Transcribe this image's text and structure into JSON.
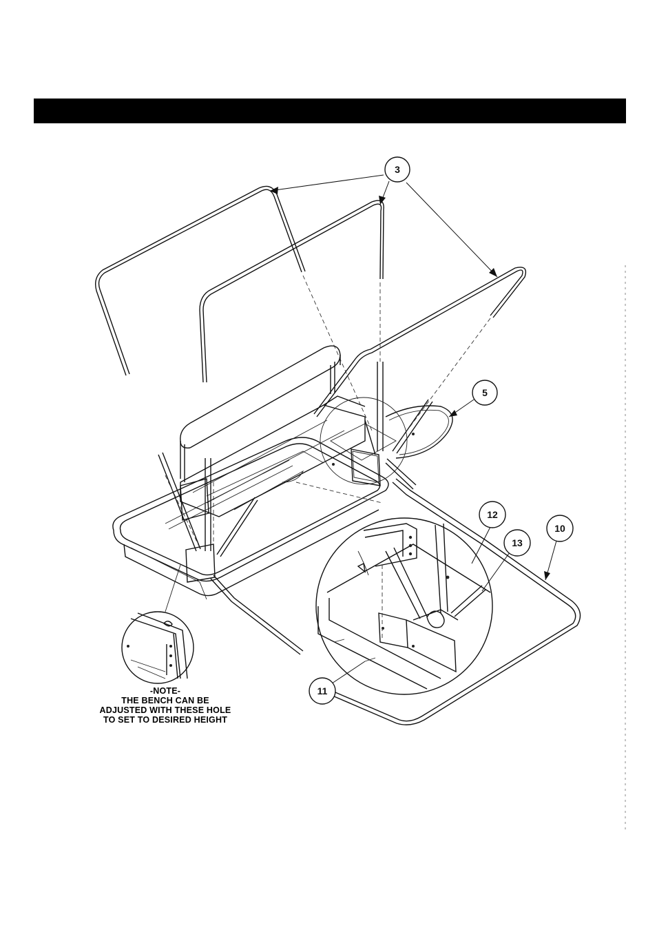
{
  "callouts": [
    {
      "id": "c3",
      "label": "3"
    },
    {
      "id": "c5",
      "label": "5"
    },
    {
      "id": "c10",
      "label": "10"
    },
    {
      "id": "c11",
      "label": "11"
    },
    {
      "id": "c12",
      "label": "12"
    },
    {
      "id": "c13",
      "label": "13"
    }
  ],
  "note": {
    "heading": "-NOTE-",
    "line1": "THE BENCH CAN BE",
    "line2": "ADJUSTED WITH THESE HOLE",
    "line3": "TO SET TO DESIRED HEIGHT"
  },
  "colors": {
    "header_bar": "#000000",
    "line": "#111111"
  }
}
